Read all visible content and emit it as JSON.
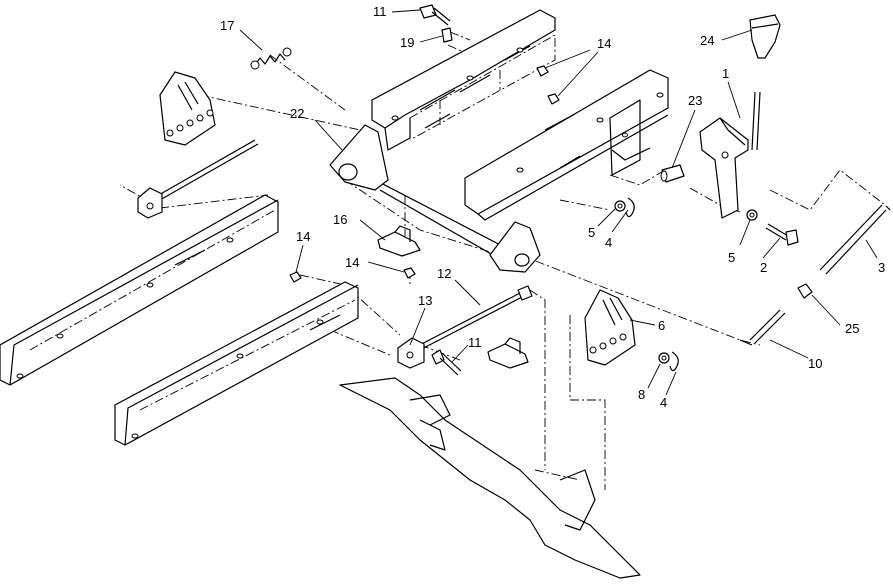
{
  "diagram": {
    "callouts": [
      {
        "id": "c17",
        "text": "17"
      },
      {
        "id": "c11a",
        "text": "11"
      },
      {
        "id": "c19",
        "text": "19"
      },
      {
        "id": "c14a",
        "text": "14"
      },
      {
        "id": "c24",
        "text": "24"
      },
      {
        "id": "c1",
        "text": "1"
      },
      {
        "id": "c23",
        "text": "23"
      },
      {
        "id": "c22",
        "text": "22"
      },
      {
        "id": "c5a",
        "text": "5"
      },
      {
        "id": "c4a",
        "text": "4"
      },
      {
        "id": "c5b",
        "text": "5"
      },
      {
        "id": "c2",
        "text": "2"
      },
      {
        "id": "c3",
        "text": "3"
      },
      {
        "id": "c16",
        "text": "16"
      },
      {
        "id": "c14b",
        "text": "14"
      },
      {
        "id": "c14c",
        "text": "14"
      },
      {
        "id": "c12",
        "text": "12"
      },
      {
        "id": "c13",
        "text": "13"
      },
      {
        "id": "c11b",
        "text": "11"
      },
      {
        "id": "c6",
        "text": "6"
      },
      {
        "id": "c25",
        "text": "25"
      },
      {
        "id": "c10",
        "text": "10"
      },
      {
        "id": "c8",
        "text": "8"
      },
      {
        "id": "c4b",
        "text": "4"
      }
    ]
  }
}
